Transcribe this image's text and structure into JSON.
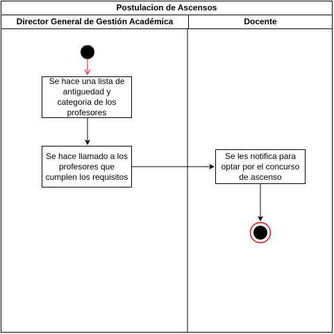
{
  "pool": {
    "title": "Postulacion de Ascensos"
  },
  "lanes": [
    {
      "name": "Director General de Gestión Académica"
    },
    {
      "name": "Docente"
    }
  ],
  "activities": [
    {
      "id": "a1",
      "text": "Se hace una lista de antiguedad y categoria de los profesores"
    },
    {
      "id": "a2",
      "text": "Se hace llamado a los profesores que cumplen los requisitos"
    },
    {
      "id": "a3",
      "text": "Se les notifica para optar por el concurso de ascenso"
    }
  ],
  "nodes": {
    "start": "initial-node",
    "end": "final-node"
  },
  "colors": {
    "stroke": "#000000",
    "accent": "#ff0000",
    "fill": "#000000",
    "background": "#ffffff"
  }
}
